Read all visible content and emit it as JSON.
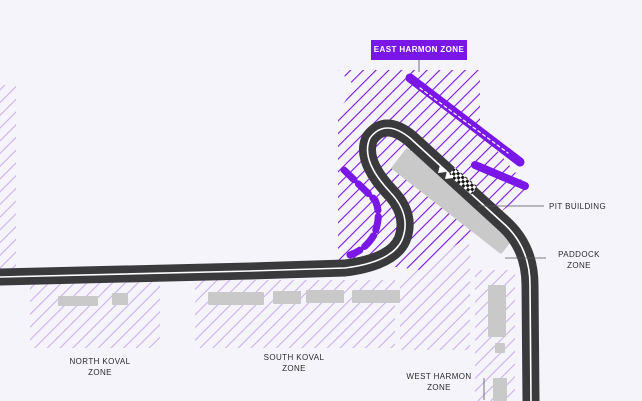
{
  "map": {
    "highlighted_zone": "EAST HARMON ZONE",
    "callouts": {
      "pit_building": "PIT BUILDING",
      "paddock_line1": "PADDOCK",
      "paddock_line2": "ZONE"
    },
    "zones": [
      {
        "line1": "NORTH KOVAL",
        "line2": "ZONE"
      },
      {
        "line1": "SOUTH KOVAL",
        "line2": "ZONE"
      },
      {
        "line1": "WEST HARMON",
        "line2": "ZONE"
      }
    ],
    "colors": {
      "accent": "#7a17e8",
      "hatch": "#cbb0f0",
      "track": "#3a3a3c",
      "track_line": "#ffffff",
      "building": "#c9c9c9",
      "background": "#f6f4fb"
    },
    "icons": [
      "checkered-start-line-icon",
      "direction-chevrons-icon"
    ]
  }
}
